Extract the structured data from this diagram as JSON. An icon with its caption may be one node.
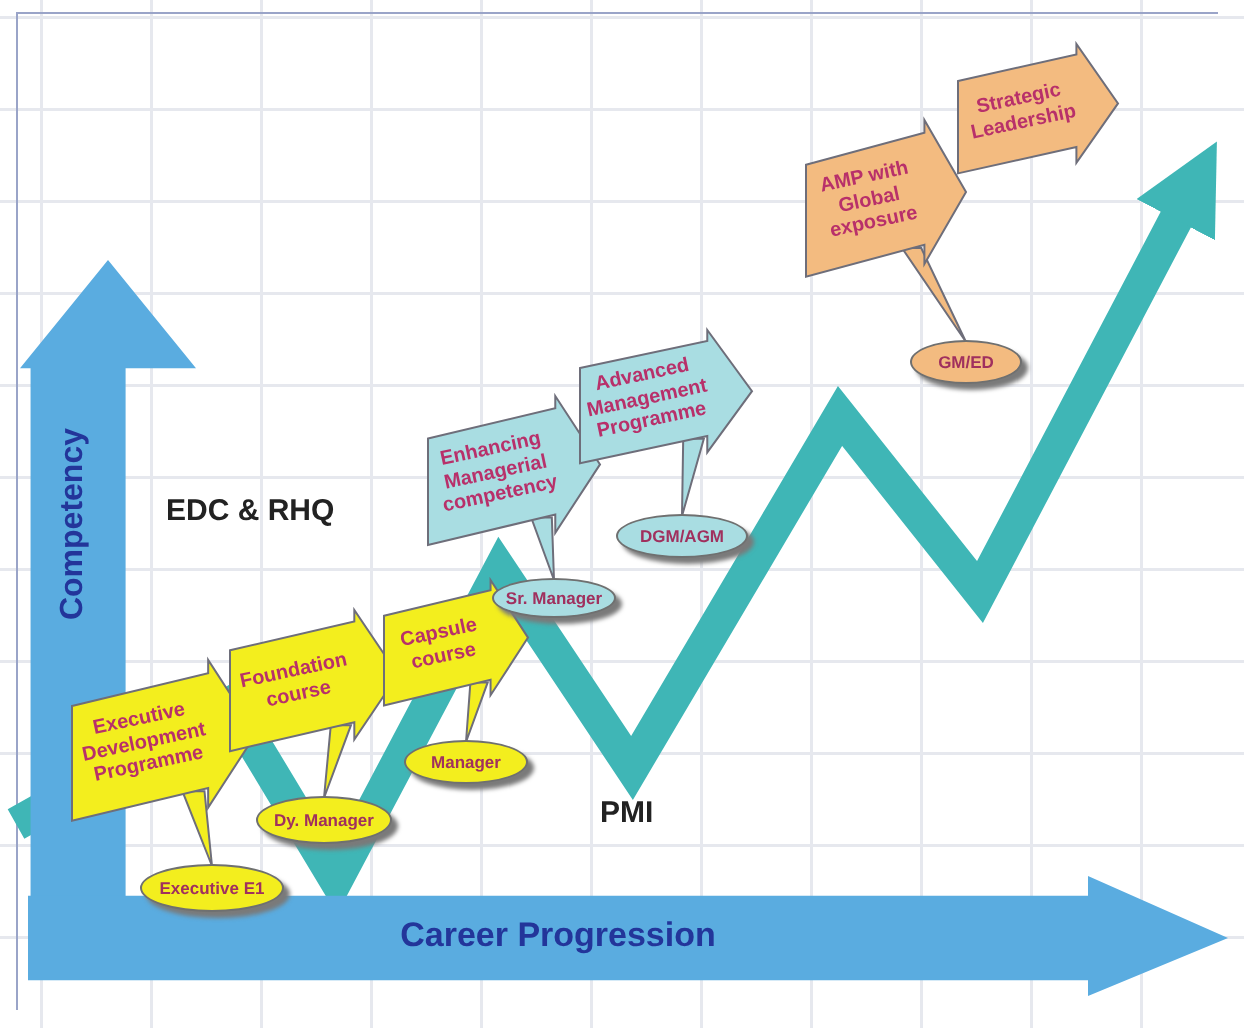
{
  "diagram": {
    "nodes": [
      {
        "text": [
          "Executive Development Programme"
        ]
      },
      {
        "text": [
          "Executive E1"
        ]
      },
      {
        "text": [
          "Foundation course"
        ]
      },
      {
        "text": [
          "Dy. Manager"
        ]
      },
      {
        "text": [
          "Capsule course"
        ]
      },
      {
        "text": [
          "Manager"
        ]
      },
      {
        "text": [
          "Enhancing Managerial competency"
        ]
      },
      {
        "text": [
          "Sr. Manager"
        ]
      },
      {
        "text": [
          "Advanced Management Programme"
        ]
      },
      {
        "text": [
          "DGM/AGM"
        ]
      },
      {
        "text": [
          "AMP with Global exposure"
        ]
      },
      {
        "text": [
          "GM/ED"
        ]
      },
      {
        "text": [
          "Strategic Leadership"
        ]
      },
      {
        "text": [
          "Competency"
        ]
      },
      {
        "text": [
          "Career Progression"
        ]
      }
    ],
    "edges": [
      {
        "from": 0,
        "to": 1,
        "arrow": "none"
      },
      {
        "from": 2,
        "to": 3,
        "arrow": "none"
      },
      {
        "from": 4,
        "to": 5,
        "arrow": "none"
      },
      {
        "from": 6,
        "to": 7,
        "arrow": "none"
      },
      {
        "from": 8,
        "to": 9,
        "arrow": "none"
      },
      {
        "from": 10,
        "to": 11,
        "arrow": "none"
      }
    ],
    "labels": [
      "EDC & RHQ",
      "PMI"
    ]
  }
}
